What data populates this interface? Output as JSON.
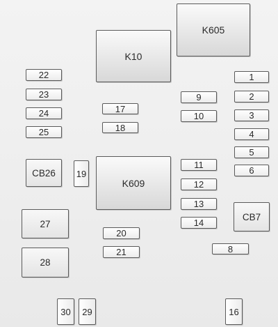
{
  "diagram": {
    "relays": {
      "k605": "K605",
      "k10": "K10",
      "k609": "K609"
    },
    "fuses": {
      "f1": "1",
      "f2": "2",
      "f3": "3",
      "f4": "4",
      "f5": "5",
      "f6": "6",
      "f8": "8",
      "f9": "9",
      "f10": "10",
      "f11": "11",
      "f12": "12",
      "f13": "13",
      "f14": "14",
      "f16": "16",
      "f17": "17",
      "f18": "18",
      "f19": "19",
      "f20": "20",
      "f21": "21",
      "f22": "22",
      "f23": "23",
      "f24": "24",
      "f25": "25",
      "f27": "27",
      "f28": "28",
      "f29": "29",
      "f30": "30"
    },
    "breakers": {
      "cb26": "CB26",
      "cb7": "CB7"
    }
  }
}
